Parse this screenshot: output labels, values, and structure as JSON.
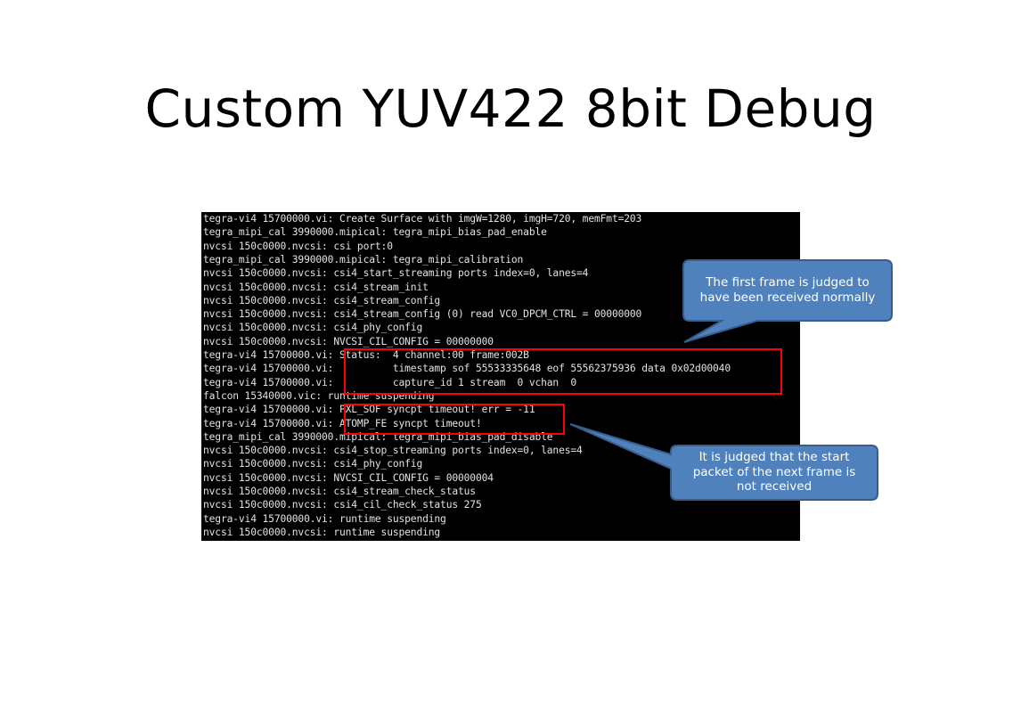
{
  "title": "Custom YUV422 8bit Debug",
  "terminal": {
    "lines": [
      "tegra-vi4 15700000.vi: Create Surface with imgW=1280, imgH=720, memFmt=203",
      "tegra_mipi_cal 3990000.mipical: tegra_mipi_bias_pad_enable",
      "nvcsi 150c0000.nvcsi: csi port:0",
      "tegra_mipi_cal 3990000.mipical: tegra_mipi_calibration",
      "nvcsi 150c0000.nvcsi: csi4_start_streaming ports index=0, lanes=4",
      "nvcsi 150c0000.nvcsi: csi4_stream_init",
      "nvcsi 150c0000.nvcsi: csi4_stream_config",
      "nvcsi 150c0000.nvcsi: csi4_stream_config (0) read VC0_DPCM_CTRL = 00000000",
      "nvcsi 150c0000.nvcsi: csi4_phy_config",
      "nvcsi 150c0000.nvcsi: NVCSI_CIL_CONFIG = 00000000",
      "tegra-vi4 15700000.vi: Status:  4 channel:00 frame:002B",
      "tegra-vi4 15700000.vi:          timestamp sof 55533335648 eof 55562375936 data 0x02d00040",
      "tegra-vi4 15700000.vi:          capture_id 1 stream  0 vchan  0",
      "falcon 15340000.vic: runtime suspending",
      "tegra-vi4 15700000.vi: PXL_SOF syncpt timeout! err = -11",
      "tegra-vi4 15700000.vi: ATOMP_FE syncpt timeout!",
      "tegra_mipi_cal 3990000.mipical: tegra_mipi_bias_pad_disable",
      "nvcsi 150c0000.nvcsi: csi4_stop_streaming ports index=0, lanes=4",
      "nvcsi 150c0000.nvcsi: csi4_phy_config",
      "nvcsi 150c0000.nvcsi: NVCSI_CIL_CONFIG = 00000004",
      "nvcsi 150c0000.nvcsi: csi4_stream_check_status",
      "nvcsi 150c0000.nvcsi: csi4_cil_check_status 275",
      "tegra-vi4 15700000.vi: runtime suspending",
      "nvcsi 150c0000.nvcsi: runtime suspending"
    ]
  },
  "callouts": {
    "first": {
      "line1": "The first frame is judged to",
      "line2": "have been received normally"
    },
    "second": {
      "line1": "It is judged that the start",
      "line2": "packet of the next frame is",
      "line3": "not received"
    }
  },
  "colors": {
    "highlight": "#ff0000",
    "callout_fill": "#4f81bd",
    "callout_border": "#385d8a",
    "terminal_bg": "#000000",
    "terminal_text": "#e2e2e2"
  }
}
